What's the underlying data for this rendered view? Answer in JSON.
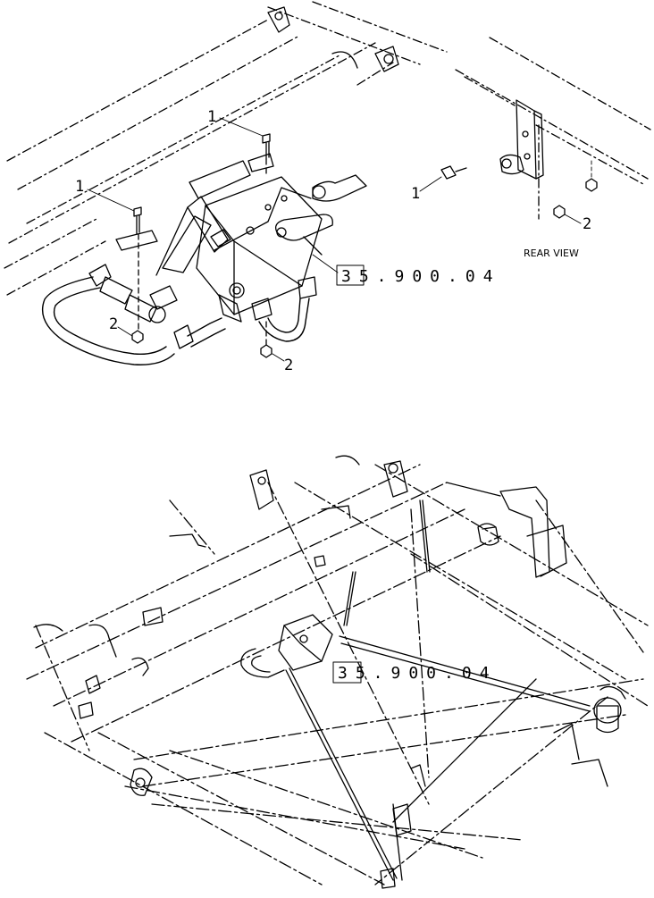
{
  "diagram": {
    "callouts": {
      "item1_top": "1",
      "item1_left": "1",
      "item1_rear": "1",
      "item2_left": "2",
      "item2_bottom": "2",
      "item2_rear": "2"
    },
    "rear_view_label": "REAR VIEW",
    "reference_top": "35.900.04",
    "reference_bottom": "35.900.04"
  }
}
